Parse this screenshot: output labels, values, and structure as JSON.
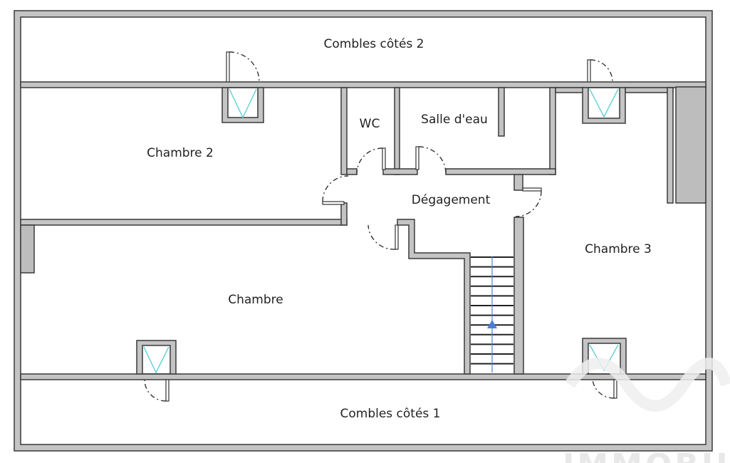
{
  "plan": {
    "rooms": {
      "combles_2": "Combles côtés 2",
      "chambre_2": "Chambre 2",
      "wc": "WC",
      "salle_eau": "Salle d'eau",
      "degagement": "Dégagement",
      "chambre_3": "Chambre 3",
      "chambre": "Chambre",
      "combles_1": "Combles côtés 1"
    },
    "colors": {
      "wall": "#c4c4c4",
      "outline": "#3a3a3a",
      "window": "#5fd0d8",
      "stair_arrow": "#4a7fd6"
    },
    "watermark": "IMMOBILIER"
  }
}
